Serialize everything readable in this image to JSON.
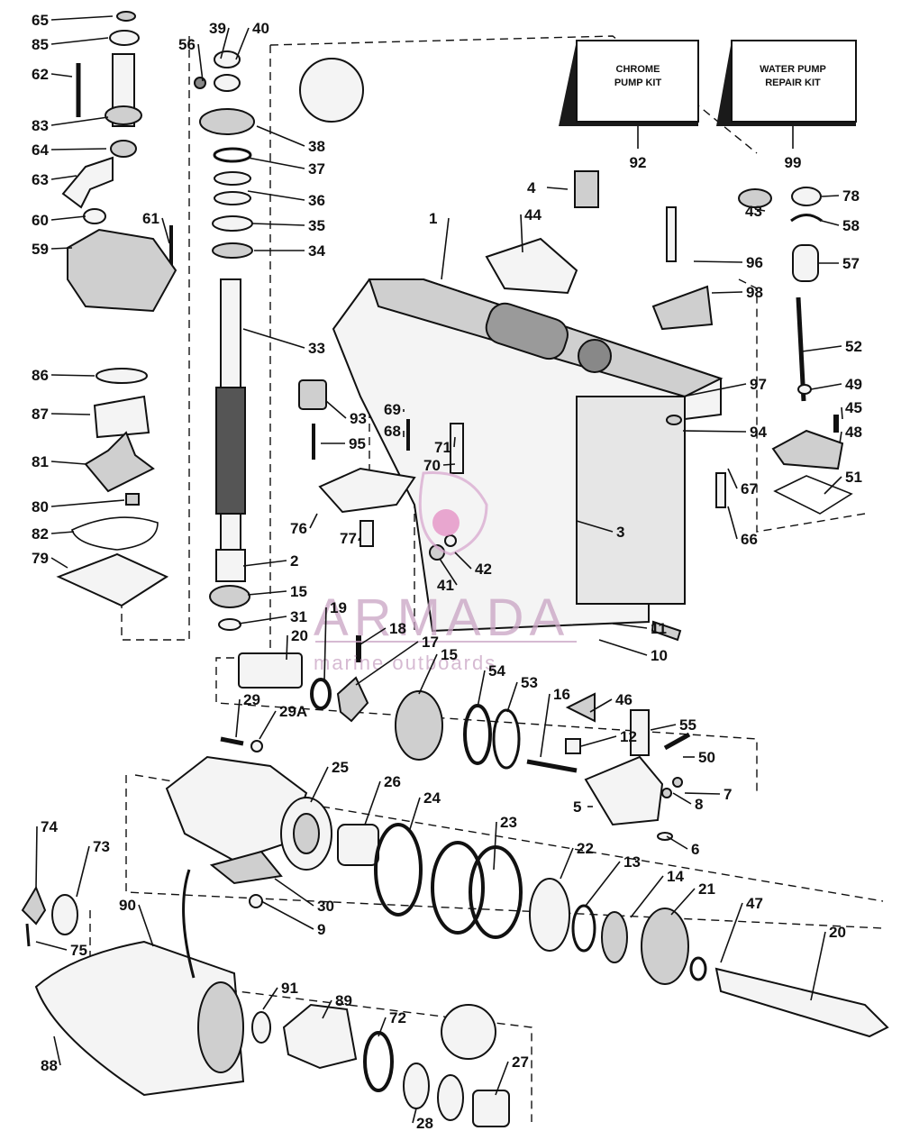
{
  "kits": [
    {
      "line1": "CHROME",
      "line2": "PUMP KIT",
      "number": "92"
    },
    {
      "line1": "WATER PUMP",
      "line2": "REPAIR KIT",
      "number": "99"
    }
  ],
  "watermark": {
    "brand": "ARMADA",
    "tagline": "marine outboards",
    "accent": "#e48cc3"
  },
  "callouts": [
    "65",
    "85",
    "62",
    "83",
    "64",
    "63",
    "60",
    "61",
    "59",
    "86",
    "87",
    "81",
    "80",
    "82",
    "79",
    "56",
    "39",
    "40",
    "38",
    "37",
    "36",
    "35",
    "34",
    "33",
    "2",
    "15",
    "31",
    "20",
    "19",
    "18",
    "17",
    "93",
    "95",
    "69",
    "68",
    "71",
    "70",
    "76",
    "77",
    "3",
    "42",
    "41",
    "1",
    "44",
    "4",
    "96",
    "98",
    "43",
    "78",
    "58",
    "57",
    "52",
    "49",
    "45",
    "48",
    "51",
    "97",
    "94",
    "67",
    "66",
    "11",
    "10",
    "15",
    "54",
    "53",
    "16",
    "46",
    "12",
    "55",
    "50",
    "7",
    "8",
    "5",
    "6",
    "29",
    "29A",
    "25",
    "26",
    "24",
    "23",
    "22",
    "13",
    "14",
    "21",
    "47",
    "20",
    "74",
    "73",
    "75",
    "90",
    "30",
    "9",
    "88",
    "91",
    "89",
    "72",
    "28",
    "27"
  ]
}
